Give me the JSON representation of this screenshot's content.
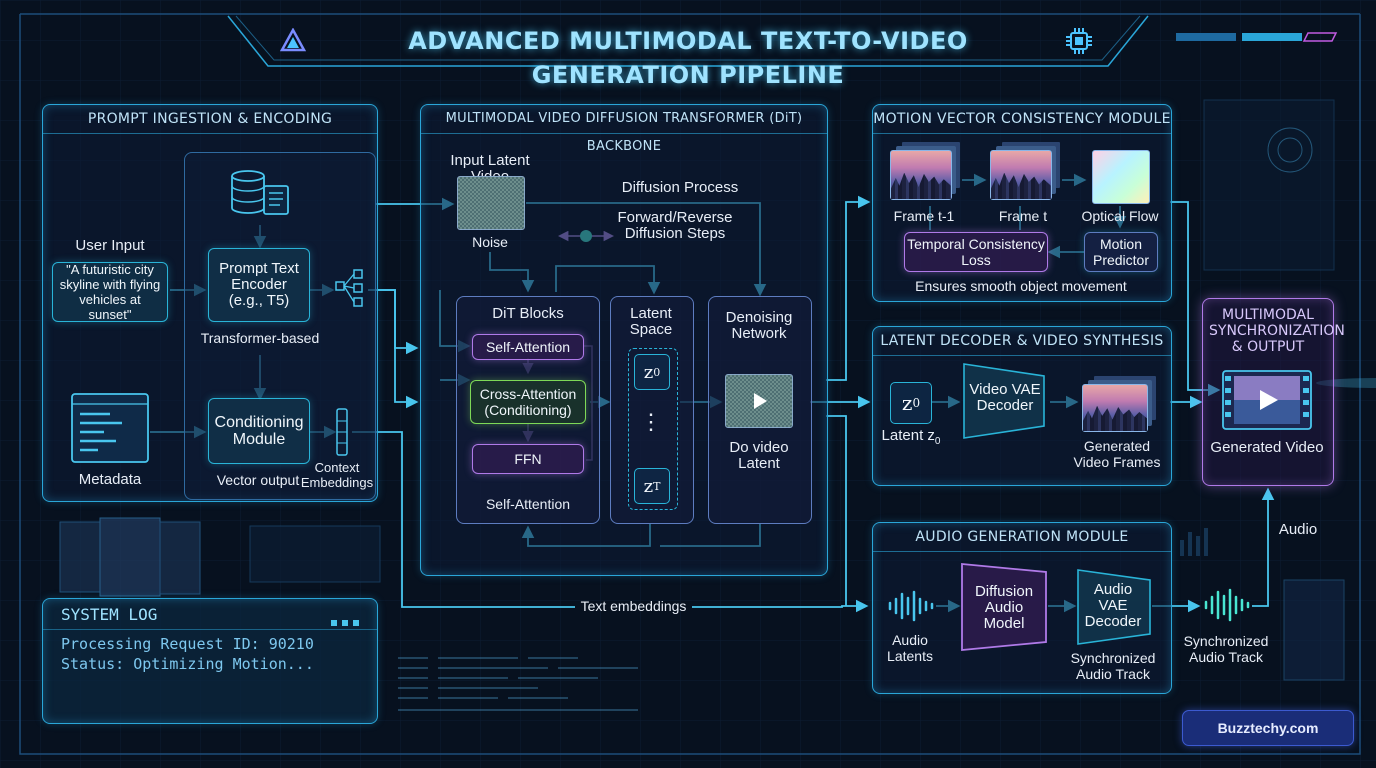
{
  "title": "ADVANCED MULTIMODAL TEXT-TO-VIDEO GENERATION PIPELINE",
  "colors": {
    "accent": "#29b4d8",
    "purple": "#b07ae8",
    "green": "#7ed957",
    "background": "#07111f"
  },
  "prompt_panel": {
    "title": "PROMPT INGESTION & ENCODING",
    "user_input_label": "User Input",
    "user_input_text": "\"A futuristic city skyline with flying vehicles at sunset\"",
    "encoder_label": "Prompt Text Encoder (e.g., T5)",
    "encoder_caption": "Transformer-based",
    "metadata_label": "Metadata",
    "conditioning_label": "Conditioning Module",
    "vector_output_label": "Vector output",
    "context_label": "Context Embeddings",
    "icons": [
      "database-icon",
      "document-icon",
      "network-icon",
      "code-window-icon"
    ]
  },
  "dit_panel": {
    "title": "MULTIMODAL VIDEO DIFFUSION TRANSFORMER (DiT) BACKBONE",
    "input_latent_label": "Input Latent Video",
    "noise_label": "Noise",
    "diffusion_process_label": "Diffusion Process",
    "forward_reverse_label": "Forward/Reverse Diffusion Steps",
    "dit_blocks_title": "DiT Blocks",
    "self_attention_label": "Self-Attention",
    "cross_attention_label": "Cross-Attention (Conditioning)",
    "ffn_label": "FFN",
    "self_attention_bottom_label": "Self-Attention",
    "latent_space_title": "Latent Space",
    "z0": "z",
    "z0_sub": "0",
    "dots": "⋮",
    "zt": "z",
    "zt_sub": "T",
    "denoising_title": "Denoising Network",
    "do_video_label": "Do video Latent"
  },
  "motion_panel": {
    "title": "MOTION VECTOR CONSISTENCY MODULE",
    "frame1_label": "Frame t-1",
    "frame2_label": "Frame t",
    "optical_flow_label": "Optical Flow",
    "temporal_loss_label": "Temporal Consistency Loss",
    "motion_predictor_label": "Motion Predictor",
    "caption": "Ensures smooth object movement"
  },
  "decoder_panel": {
    "title": "LATENT DECODER & VIDEO SYNTHESIS",
    "latent_label": "Latent z",
    "latent_sub": "0",
    "z_box": "z",
    "z_box_sub": "0",
    "vae_label": "Video VAE Decoder",
    "frames_label": "Generated Video Frames"
  },
  "audio_panel": {
    "title": "AUDIO GENERATION MODULE",
    "audio_latents_label": "Audio Latents",
    "diffusion_audio_label": "Diffusion Audio Model",
    "audio_vae_label": "Audio VAE Decoder",
    "sync_track_label_inner": "Synchronized Audio Track",
    "sync_track_label_outer": "Synchronized Audio Track"
  },
  "output_panel": {
    "title": "MULTIMODAL SYNCHRONIZATION & OUTPUT",
    "generated_video_label": "Generated Video",
    "audio_label": "Audio"
  },
  "text_embeddings_label": "Text embeddings",
  "system_log": {
    "title": "SYSTEM LOG",
    "line1": "Processing Request ID: 90210",
    "line2": "Status: Optimizing Motion..."
  },
  "watermark": "Buzztechy.com"
}
